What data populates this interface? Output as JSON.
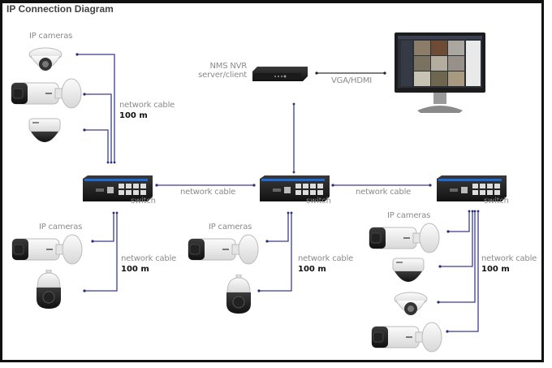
{
  "title": "IP Connection Diagram",
  "colors": {
    "cable": "#3b3f8f",
    "vga": "#333333",
    "label": "#8a8a8a",
    "frame": "#111111"
  },
  "nvr": {
    "label_line1": "NMS NVR",
    "label_line2": "server/client"
  },
  "monitor": {
    "link_label": "VGA/HDMI"
  },
  "switches": [
    {
      "label": "switch"
    },
    {
      "label": "switch"
    },
    {
      "label": "switch"
    }
  ],
  "trunk_links": [
    {
      "label": "network cable"
    },
    {
      "label": "network cable"
    }
  ],
  "camera_groups": [
    {
      "label": "IP cameras",
      "cable_label": "network cable",
      "distance": "100 m",
      "cameras": [
        "dome",
        "bullet",
        "varifocal-dome"
      ]
    },
    {
      "label": "IP cameras",
      "cable_label": "network cable",
      "distance": "100 m",
      "cameras": [
        "bullet",
        "ptz"
      ]
    },
    {
      "label": "IP cameras",
      "cable_label": "network cable",
      "distance": "100 m",
      "cameras": [
        "bullet",
        "ptz"
      ]
    },
    {
      "label": "IP cameras",
      "cable_label": "network cable",
      "distance": "100 m",
      "cameras": [
        "bullet",
        "varifocal-dome",
        "dome",
        "bullet"
      ]
    }
  ]
}
